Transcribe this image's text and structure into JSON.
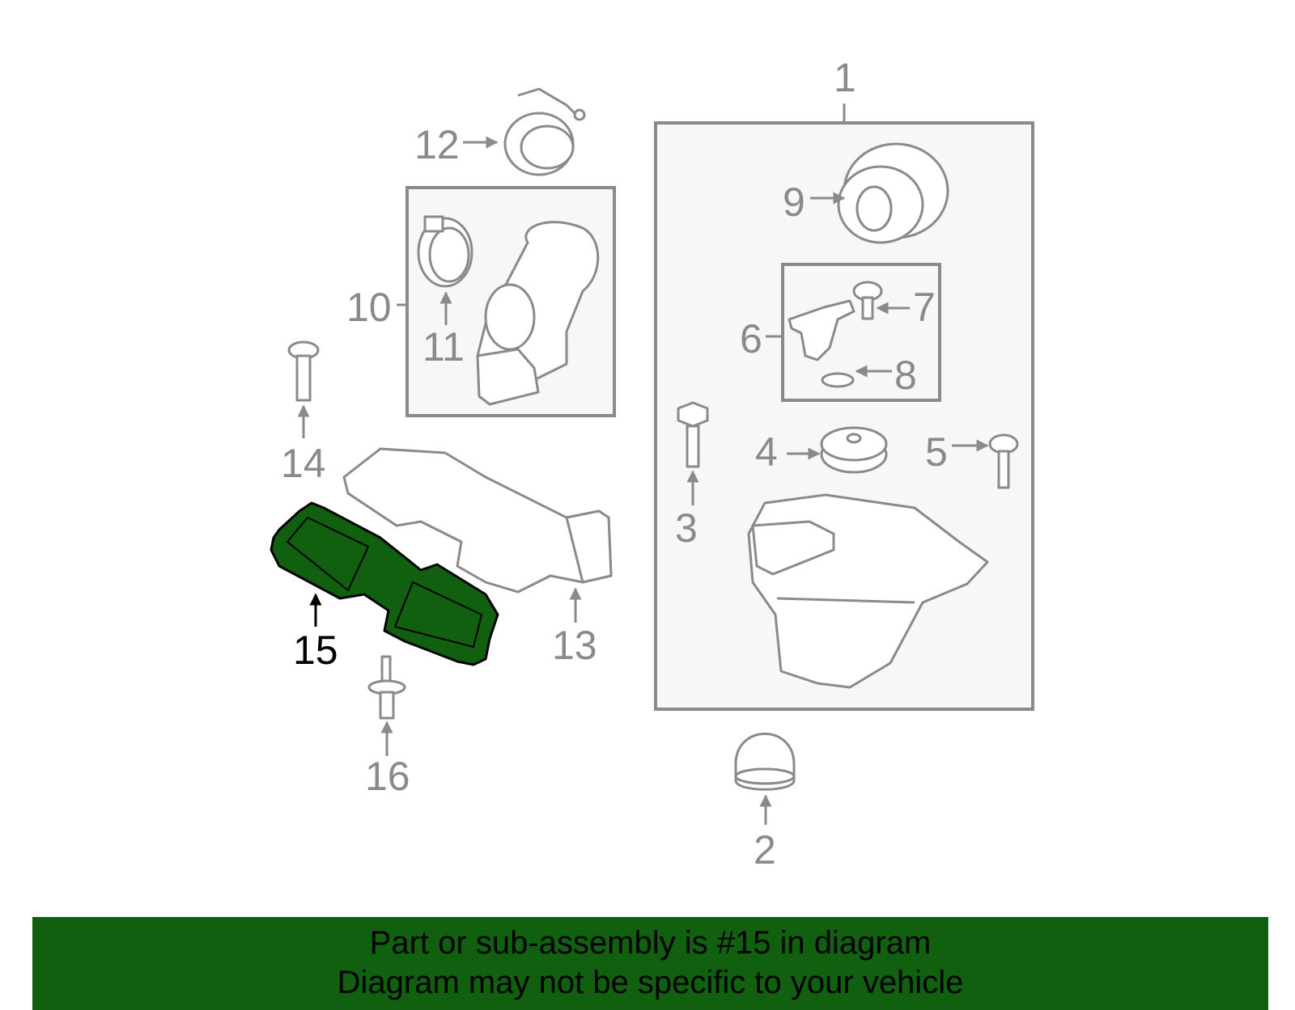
{
  "colors": {
    "highlight_fill": "#116010",
    "line_gray": "#8a8a8a",
    "box_fill": "#f7f7f7",
    "banner_bg": "#116010"
  },
  "callouts": {
    "c1": "1",
    "c2": "2",
    "c3": "3",
    "c4": "4",
    "c5": "5",
    "c6": "6",
    "c7": "7",
    "c8": "8",
    "c9": "9",
    "c10": "10",
    "c11": "11",
    "c12": "12",
    "c13": "13",
    "c14": "14",
    "c15": "15",
    "c16": "16"
  },
  "highlighted_part": "15",
  "banner": {
    "line1": "Part or sub-assembly is #15 in diagram",
    "line2": "Diagram may not be specific to your vehicle"
  }
}
